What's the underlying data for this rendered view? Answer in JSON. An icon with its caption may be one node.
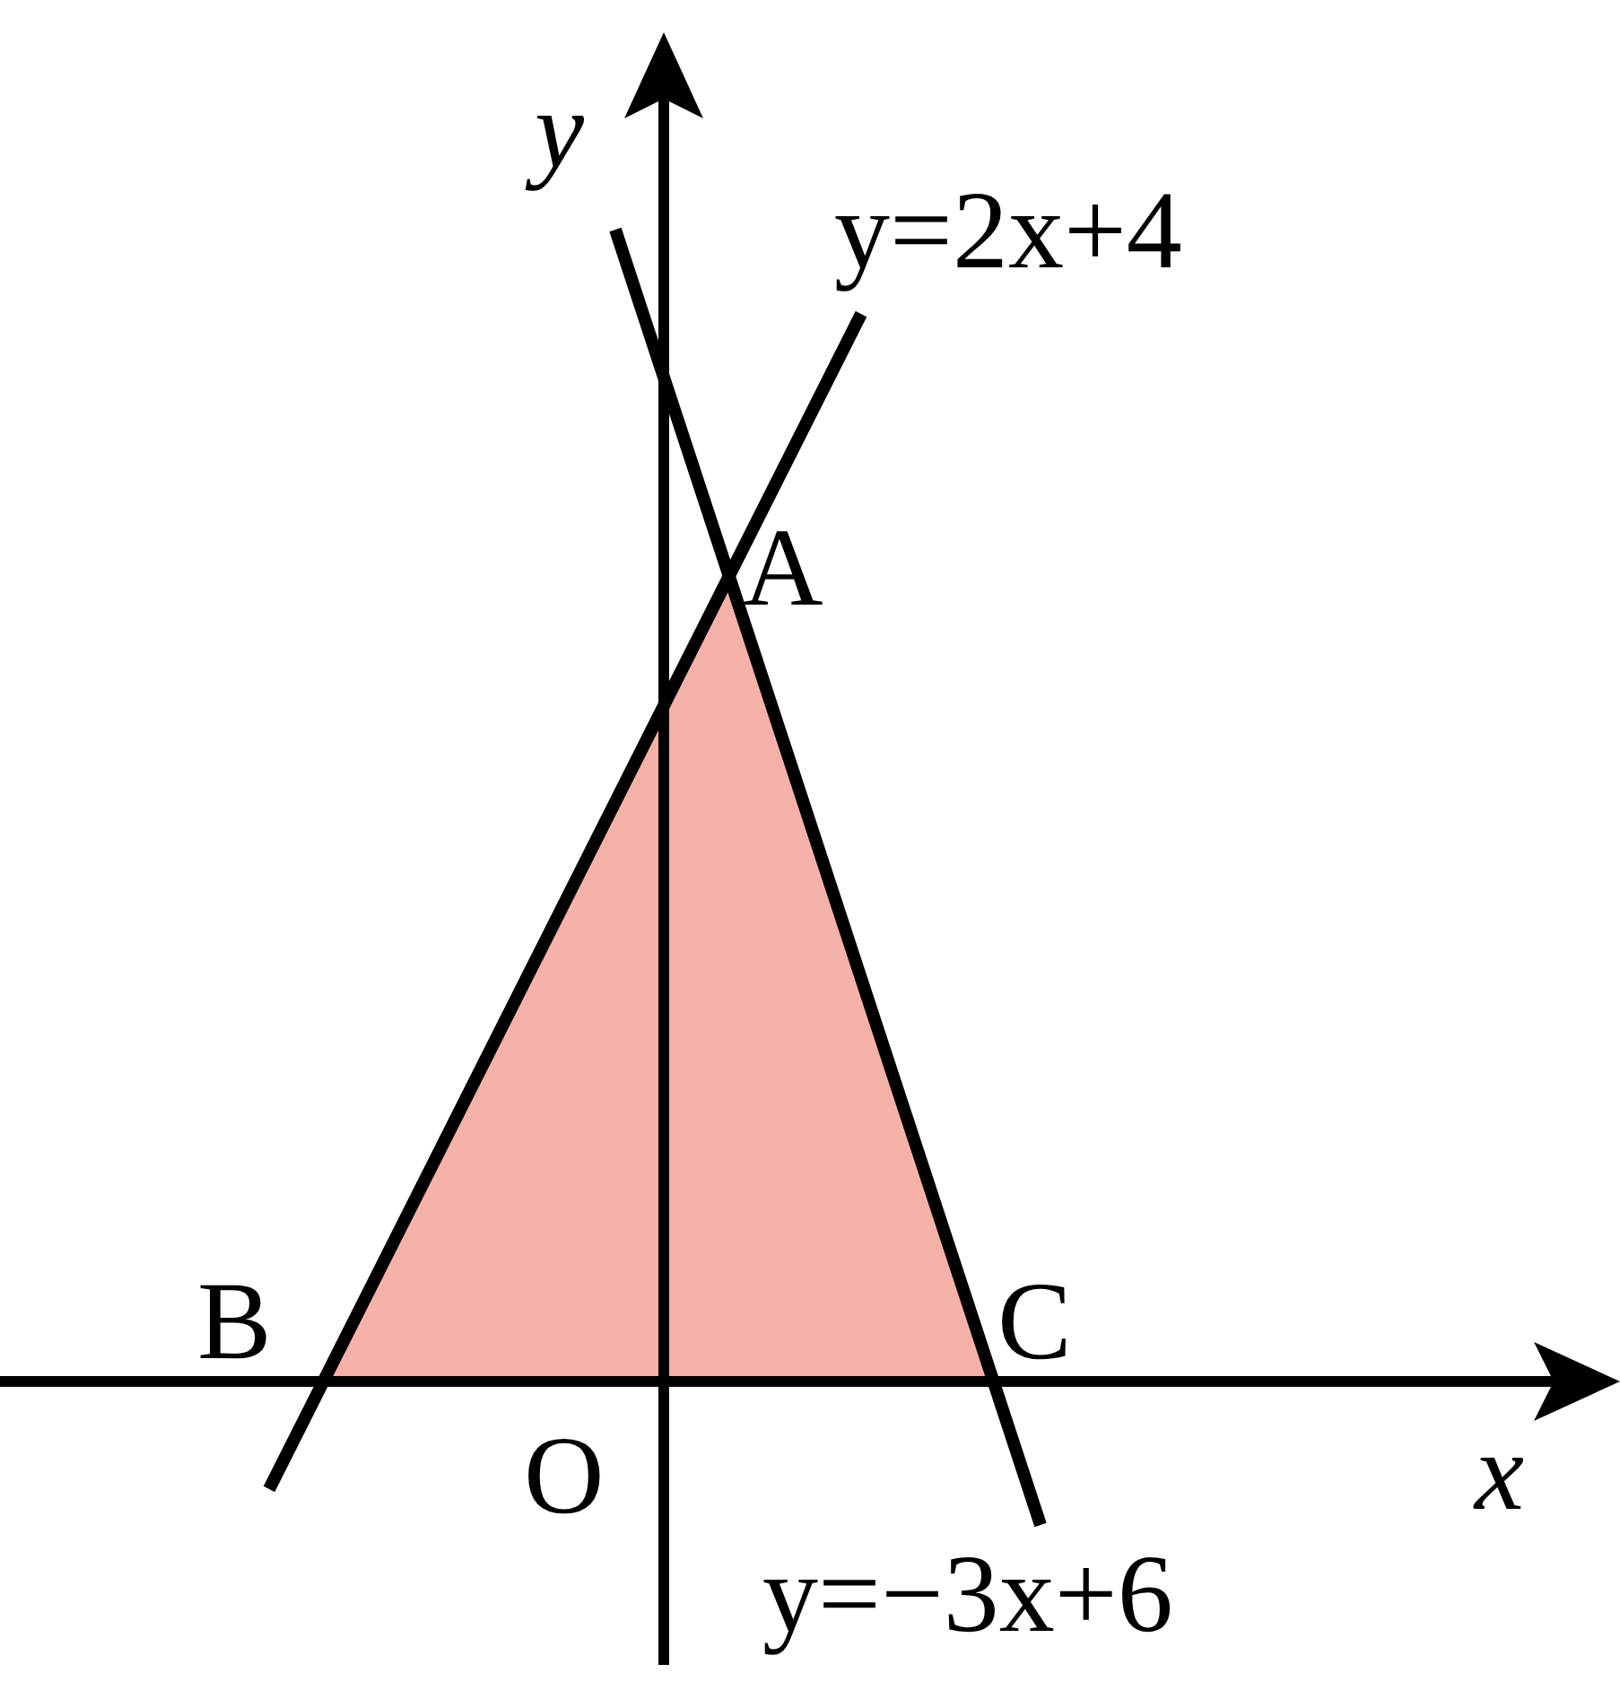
{
  "diagram": {
    "labels": [
      "y",
      "y=2x+4",
      "A",
      "B",
      "C",
      "O",
      "x",
      "y=−3x+6"
    ]
  }
}
